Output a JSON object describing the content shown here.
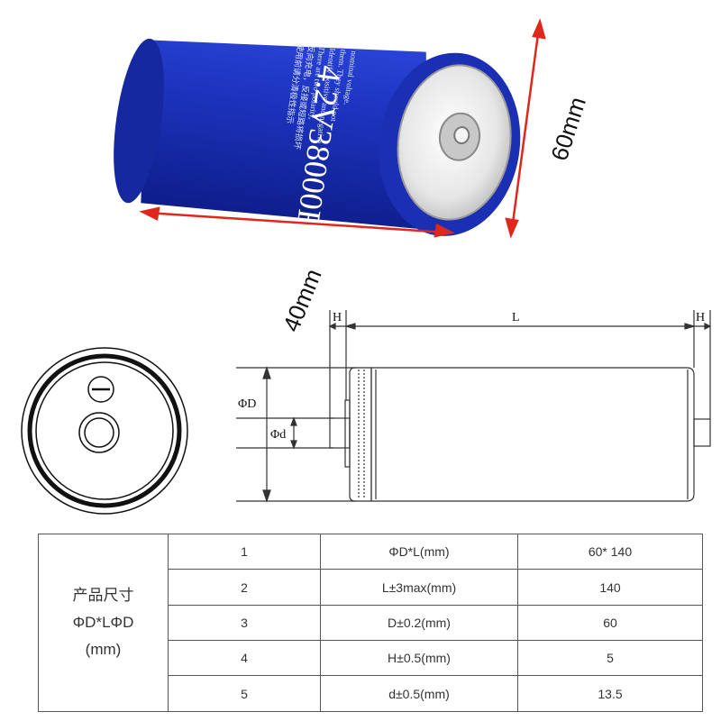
{
  "photo": {
    "cell_text": "4.2V38000F",
    "label_lines": [
      "使用前请分清极性指示",
      "反向充电，反接或短路将损坏",
      "There are two polarity,",
      "Identify positive and negative",
      "them. They should not",
      "nominal voltage."
    ],
    "length_label": "40mm",
    "diameter_label": "60mm",
    "colors": {
      "body": "#1b2fb5",
      "arrow": "#e0271c",
      "terminal": "#d4d4d4"
    }
  },
  "drawing": {
    "end_view_minus": "−",
    "H_left": "H",
    "L": "L",
    "H_right": "H",
    "phi_D": "ΦD",
    "phi_d": "Φd"
  },
  "table": {
    "row_header_lines": [
      "产品尺寸",
      "ΦD*LΦD",
      "(mm)"
    ],
    "rows": [
      {
        "no": "1",
        "param": "ΦD*L(mm)",
        "value": "60* 140"
      },
      {
        "no": "2",
        "param": "L±3max(mm)",
        "value": "140"
      },
      {
        "no": "3",
        "param": "D±0.2(mm)",
        "value": "60"
      },
      {
        "no": "4",
        "param": "H±0.5(mm)",
        "value": "5"
      },
      {
        "no": "5",
        "param": "d±0.5(mm)",
        "value": "13.5"
      }
    ]
  }
}
